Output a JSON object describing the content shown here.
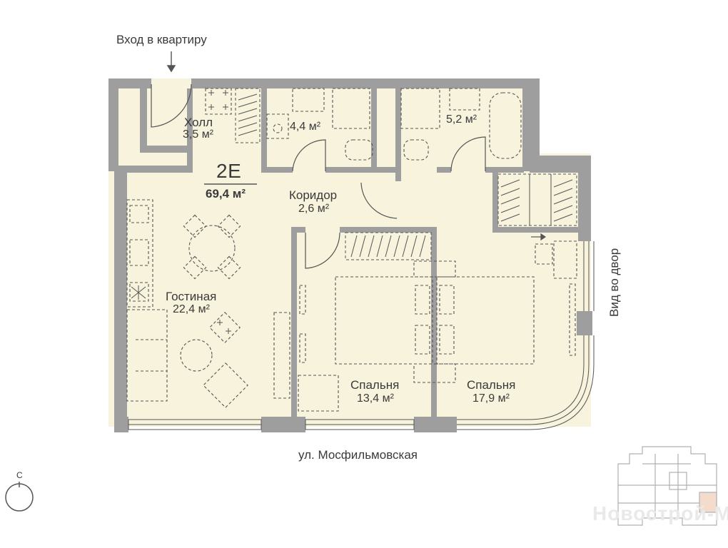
{
  "plan": {
    "entrance_label": "Вход в квартиру",
    "view_label": "Вид во двор",
    "street_label": "ул. Мосфильмовская",
    "compass_label": "С",
    "unit_code": "2E",
    "unit_total_area": "69,4 м²",
    "watermark": "Новострой-М"
  },
  "rooms": {
    "hall": {
      "name": "Холл",
      "area": "3,5 м²"
    },
    "bath1": {
      "area": "4,4 м²"
    },
    "bath2": {
      "area": "5,2 м²"
    },
    "corridor": {
      "name": "Коридор",
      "area": "2,6 м²"
    },
    "living": {
      "name": "Гостиная",
      "area": "22,4 м²"
    },
    "bedroom1": {
      "name": "Спальня",
      "area": "13,4 м²"
    },
    "bedroom2": {
      "name": "Спальня",
      "area": "17,9 м²"
    }
  },
  "colors": {
    "floor": "#f7f3dd",
    "wall": "#9e9e9e",
    "line": "#555555",
    "text": "#3a3a3a"
  }
}
